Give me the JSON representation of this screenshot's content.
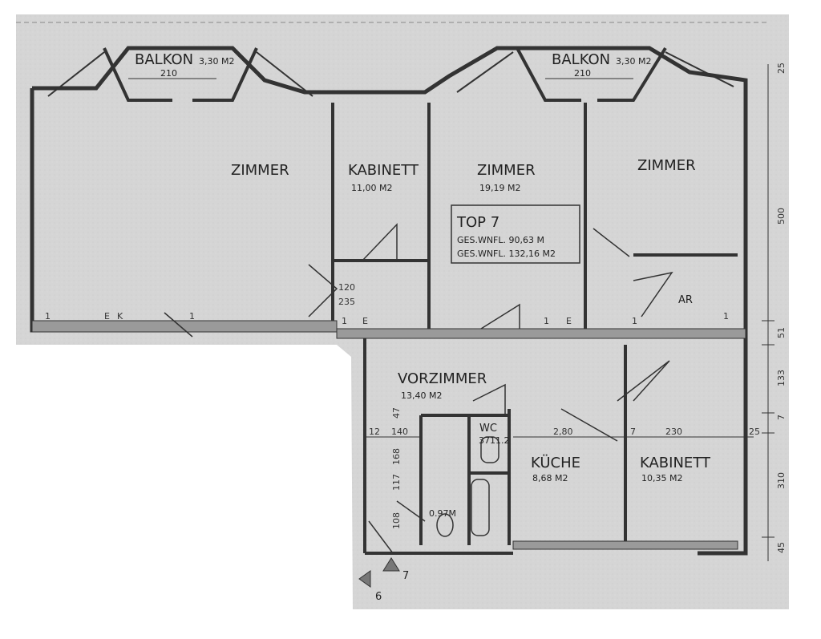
{
  "balconies": [
    {
      "name": "BALKON",
      "area": "3,30 M2",
      "width": "210"
    },
    {
      "name": "BALKON",
      "area": "3,30 M2",
      "width": "210"
    }
  ],
  "rooms": {
    "zimmer_1": {
      "name": "ZIMMER"
    },
    "kabinett_1": {
      "name": "KABINETT",
      "area": "11,00 M2"
    },
    "zimmer_2": {
      "name": "ZIMMER",
      "area": "19,19 M2"
    },
    "zimmer_3": {
      "name": "ZIMMER"
    },
    "ar": {
      "name": "AR"
    },
    "vorzimmer": {
      "name": "VORZIMMER",
      "area": "13,40 M2"
    },
    "wc": {
      "name": "WC",
      "area": "3711.2"
    },
    "kueche": {
      "name": "KÜCHE",
      "area": "8,68 M2"
    },
    "kabinett_2": {
      "name": "KABINETT",
      "area": "10,35 M2"
    },
    "bad": {
      "area": "0.97M"
    }
  },
  "top_box": {
    "title": "TOP  7",
    "line1": "GES.WNFL. 90,63 M",
    "line2": "GES.WNFL. 132,16 M2"
  },
  "dimensions": {
    "right": [
      "25",
      "500",
      "51",
      "133",
      "7",
      "310",
      "45"
    ],
    "inner": [
      "120",
      "235",
      "12",
      "140",
      "47",
      "168",
      "117",
      "108",
      "2,80",
      "7",
      "230",
      "25",
      "210"
    ]
  },
  "markers": {
    "row_top": [
      "1",
      "E",
      "K",
      "1",
      "1",
      "E",
      "1",
      "E",
      "1",
      "1"
    ],
    "stairs": [
      "7",
      "6"
    ]
  }
}
